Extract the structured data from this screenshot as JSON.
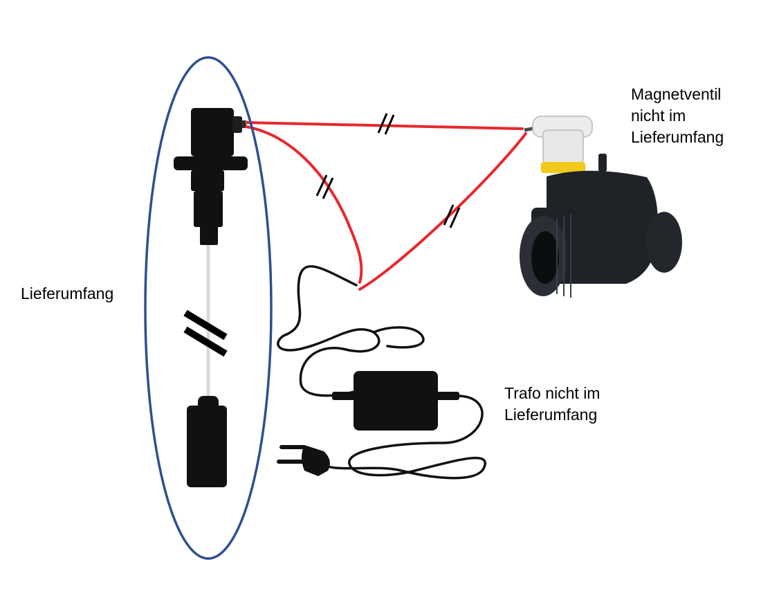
{
  "labels": {
    "scope_of_delivery": "Lieferumfang",
    "valve": {
      "line1": "Magnetventil",
      "line2": "nicht im",
      "line3": "Lieferumfang"
    },
    "transformer": {
      "line1": "Trafo nicht im",
      "line2": "Lieferumfang"
    }
  },
  "colors": {
    "ellipse": "#2e4f8f",
    "wire": "#e8282d",
    "device": "#111111",
    "valve_body": "#1f2227",
    "valve_coil": "#ececec",
    "valve_ring": "#f2c81a"
  }
}
